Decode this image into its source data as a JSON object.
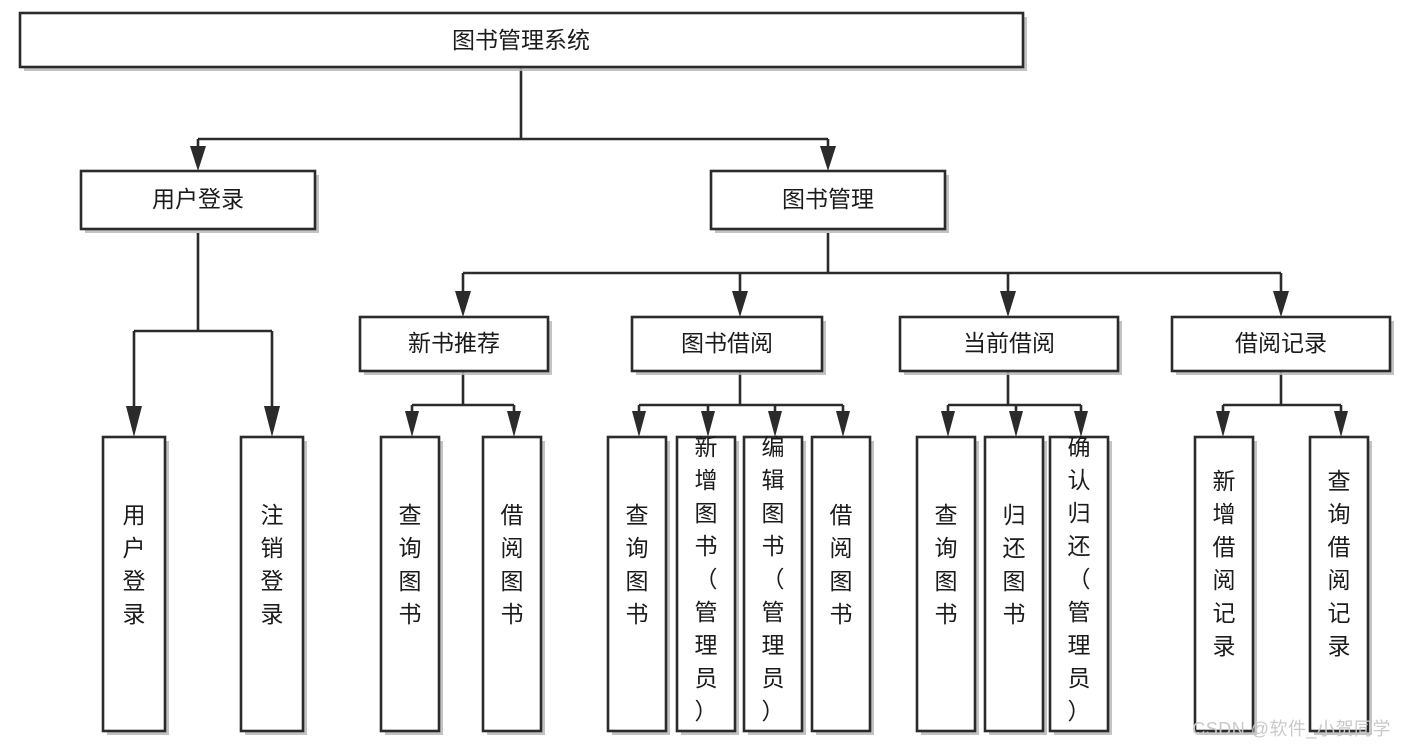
{
  "diagram": {
    "type": "tree",
    "title": "图书管理系统",
    "root": {
      "id": "root",
      "label": "图书管理系统"
    },
    "level2": [
      {
        "id": "user-login",
        "label": "用户登录"
      },
      {
        "id": "book-management",
        "label": "图书管理"
      }
    ],
    "level3": [
      {
        "id": "new-book-recommend",
        "label": "新书推荐",
        "parent": "book-management"
      },
      {
        "id": "book-borrow",
        "label": "图书借阅",
        "parent": "book-management"
      },
      {
        "id": "current-borrow",
        "label": "当前借阅",
        "parent": "book-management"
      },
      {
        "id": "borrow-record",
        "label": "借阅记录",
        "parent": "book-management"
      }
    ],
    "leaves": [
      {
        "id": "leaf-user-login",
        "label": "用户登录",
        "parent": "user-login"
      },
      {
        "id": "leaf-logout",
        "label": "注销登录",
        "parent": "user-login"
      },
      {
        "id": "leaf-query-book-1",
        "label": "查询图书",
        "parent": "new-book-recommend"
      },
      {
        "id": "leaf-borrow-book-1",
        "label": "借阅图书",
        "parent": "new-book-recommend"
      },
      {
        "id": "leaf-query-book-2",
        "label": "查询图书",
        "parent": "book-borrow"
      },
      {
        "id": "leaf-add-book",
        "label": "新增图书（管理员）",
        "parent": "book-borrow"
      },
      {
        "id": "leaf-edit-book",
        "label": "编辑图书（管理员）",
        "parent": "book-borrow"
      },
      {
        "id": "leaf-borrow-book-2",
        "label": "借阅图书",
        "parent": "book-borrow"
      },
      {
        "id": "leaf-query-book-3",
        "label": "查询图书",
        "parent": "current-borrow"
      },
      {
        "id": "leaf-return-book",
        "label": "归还图书",
        "parent": "current-borrow"
      },
      {
        "id": "leaf-confirm-return",
        "label": "确认归还（管理员）",
        "parent": "current-borrow"
      },
      {
        "id": "leaf-add-record",
        "label": "新增借阅记录",
        "parent": "borrow-record"
      },
      {
        "id": "leaf-query-record",
        "label": "查询借阅记录",
        "parent": "borrow-record"
      }
    ],
    "colors": {
      "node_fill": "#ffffff",
      "node_stroke": "#2b2b2b",
      "edge": "#2b2b2b",
      "text": "#1b1b1b",
      "background": "#ffffff",
      "watermark": "#c9c9c9"
    }
  },
  "watermark": {
    "text": "CSDN @软件_小贺同学"
  }
}
